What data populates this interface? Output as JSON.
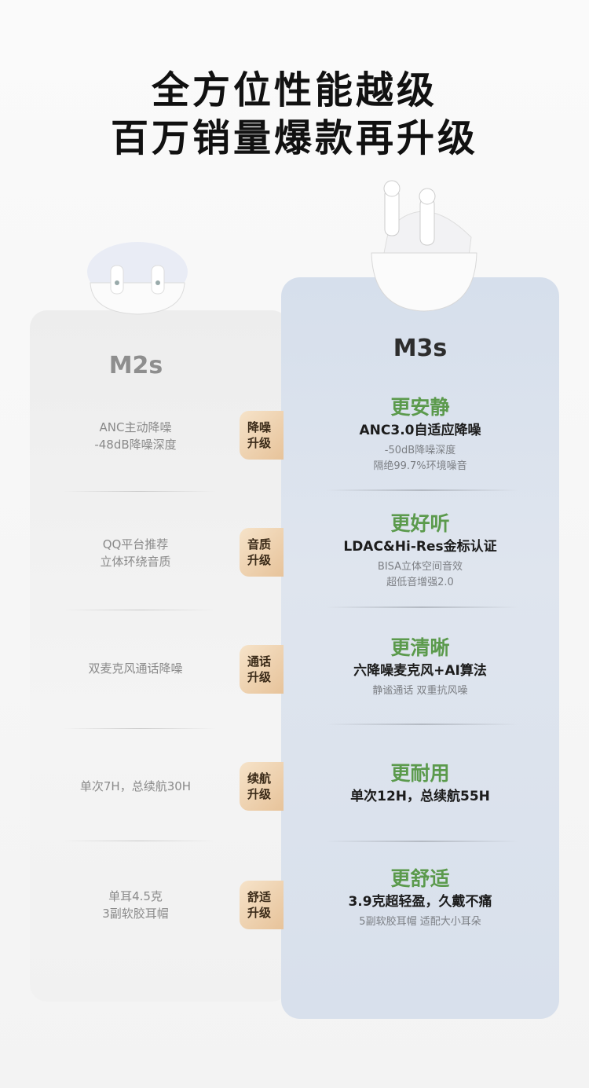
{
  "header": {
    "line1": "全方位性能越级",
    "line2": "百万销量爆款再升级"
  },
  "left": {
    "model": "M2s",
    "rows": [
      [
        "ANC主动降噪",
        "-48dB降噪深度"
      ],
      [
        "QQ平台推荐",
        "立体环绕音质"
      ],
      [
        "双麦克风通话降噪"
      ],
      [
        "单次7H，总续航30H"
      ],
      [
        "单耳4.5克",
        "3副软胶耳帽"
      ]
    ]
  },
  "badges": [
    [
      "降噪",
      "升级"
    ],
    [
      "音质",
      "升级"
    ],
    [
      "通话",
      "升级"
    ],
    [
      "续航",
      "升级"
    ],
    [
      "舒适",
      "升级"
    ]
  ],
  "right": {
    "model": "M3s",
    "rows": [
      {
        "heading": "更安静",
        "main": "ANC3.0自适应降噪",
        "sub": [
          "-50dB降噪深度",
          "隔绝99.7%环境噪音"
        ]
      },
      {
        "heading": "更好听",
        "main": "LDAC&Hi-Res金标认证",
        "sub": [
          "BISA立体空间音效",
          "超低音增强2.0"
        ]
      },
      {
        "heading": "更清晰",
        "main": "六降噪麦克风+AI算法",
        "sub": [
          "静谧通话 双重抗风噪"
        ]
      },
      {
        "heading": "更耐用",
        "main": "单次12H，总续航55H",
        "sub": []
      },
      {
        "heading": "更舒适",
        "main": "3.9克超轻盈，久戴不痛",
        "sub": [
          "5副软胶耳帽 适配大小耳朵"
        ]
      }
    ]
  },
  "colors": {
    "green": "#5b9a4c",
    "badge": "#e7c39a",
    "panel_right": "#dfe5ee"
  }
}
